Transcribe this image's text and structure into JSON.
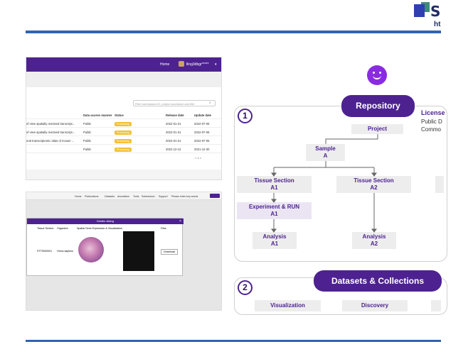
{
  "header": {
    "logo_letter": "S",
    "logo_sub": "ht"
  },
  "screen1": {
    "nav": {
      "home": "Home",
      "user": "lling3dbgr*****"
    },
    "search_placeholder": "Filter submission ID, project accession and title",
    "columns": [
      "Data access manner",
      "Status",
      "Release date",
      "Update date"
    ],
    "rows": [
      {
        "title": "of view spatially resolved transcript...",
        "access": "Public",
        "status": "Processing",
        "release": "2022-01-31",
        "update": "2022-07-06"
      },
      {
        "title": "of view spatially resolved transcript...",
        "access": "Public",
        "status": "Processing",
        "release": "2022-01-31",
        "update": "2022-07-06"
      },
      {
        "title": "oral transcriptomic atlas of mouse ...",
        "access": "Public",
        "status": "Processing",
        "release": "2022-01-31",
        "update": "2022-07-06"
      },
      {
        "title": "",
        "access": "Public",
        "status": "Processing",
        "release": "2022-12-12",
        "update": "2021-12-30"
      }
    ],
    "pager": "< 1 >"
  },
  "screen2": {
    "nav": [
      "Home",
      "Publications",
      "Datasets",
      "Annotation",
      "Tools",
      "Submission",
      "Support"
    ],
    "nav_search": "Please enter key words",
    "modal_title": "Details dialog",
    "cols": [
      "Tissue Section",
      "Organism",
      "Spatial Gene Expression & Visualization",
      "Files"
    ],
    "tissue_id": "STTS000001",
    "organism": "Homo sapiens",
    "download": "Download"
  },
  "diagram": {
    "repository": "Repository",
    "project": "Project",
    "sample": "Sample",
    "sample_id": "A",
    "tissue1": "Tissue Section",
    "tissue1_id": "A1",
    "tissue2": "Tissue Section",
    "tissue2_id": "A2",
    "experiment": "Experiment & RUN",
    "experiment_id": "A1",
    "analysis1": "Analysis",
    "analysis1_id": "A1",
    "analysis2": "Analysis",
    "analysis2_id": "A2",
    "license": "License",
    "license_l1": "Public D",
    "license_l2": "Commo",
    "datasets": "Datasets & Collections",
    "visualization": "Visualization",
    "discovery": "Discovery",
    "num1": "1",
    "num2": "2"
  }
}
